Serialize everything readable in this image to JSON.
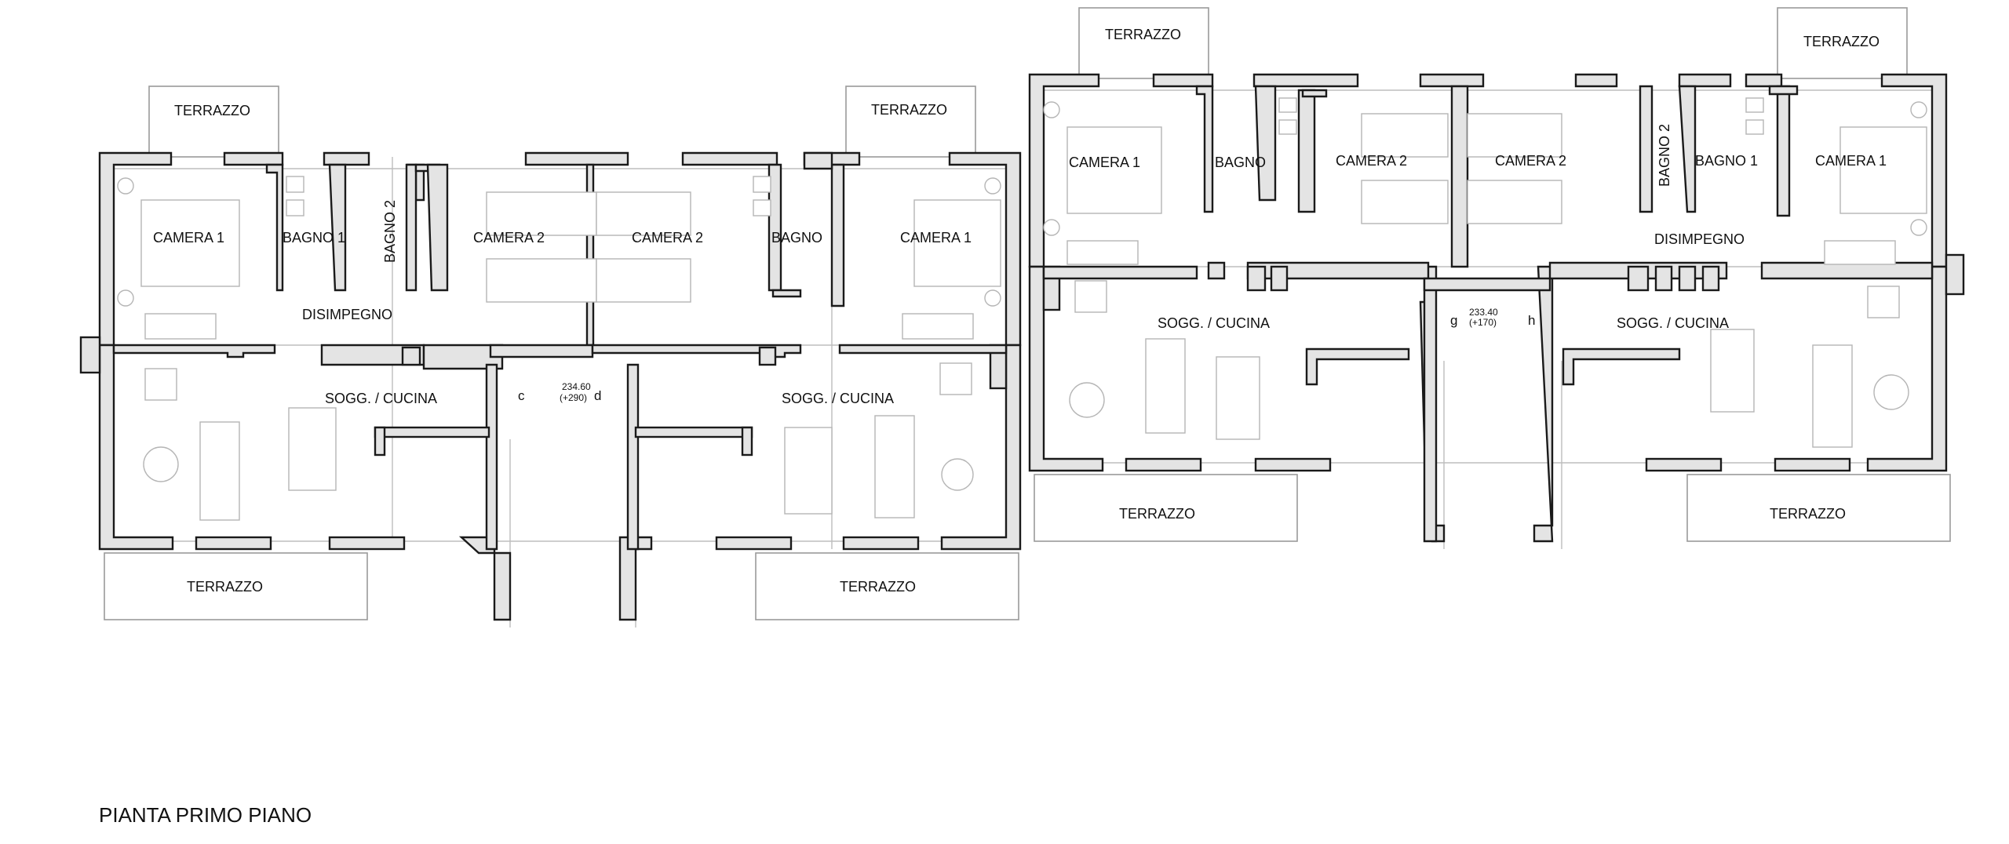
{
  "title": "PIANTA PRIMO PIANO",
  "left_block": {
    "terraces_top": [
      "TERRAZZO",
      "TERRAZZO"
    ],
    "terraces_bottom": [
      "TERRAZZO",
      "TERRAZZO"
    ],
    "rooms": {
      "camera1_a": "CAMERA  1",
      "bagno1": "BAGNO  1",
      "bagno2": "BAGNO  2",
      "camera2_a": "CAMERA  2",
      "camera2_b": "CAMERA  2",
      "bagno": "BAGNO",
      "camera1_b": "CAMERA  1",
      "disimpegno": "DISIMPEGNO",
      "soggiorno_a": "SOGG. / CUCINA",
      "soggiorno_b": "SOGG. / CUCINA"
    },
    "stair": {
      "left_mark": "c",
      "right_mark": "d",
      "level": "234.60",
      "offset": "(+290)"
    }
  },
  "right_block": {
    "terraces_top": [
      "TERRAZZO",
      "TERRAZZO"
    ],
    "terraces_bottom": [
      "TERRAZZO",
      "TERRAZZO"
    ],
    "rooms": {
      "camera1_a": "CAMERA  1",
      "bagno": "BAGNO",
      "camera2_a": "CAMERA  2",
      "camera2_b": "CAMERA  2",
      "bagno2": "BAGNO  2",
      "bagno1": "BAGNO  1",
      "camera1_b": "CAMERA  1",
      "disimpegno": "DISIMPEGNO",
      "soggiorno_a": "SOGG. / CUCINA",
      "soggiorno_b": "SOGG. / CUCINA"
    },
    "stair": {
      "left_mark": "g",
      "right_mark": "h",
      "level": "233.40",
      "offset": "(+170)"
    }
  }
}
